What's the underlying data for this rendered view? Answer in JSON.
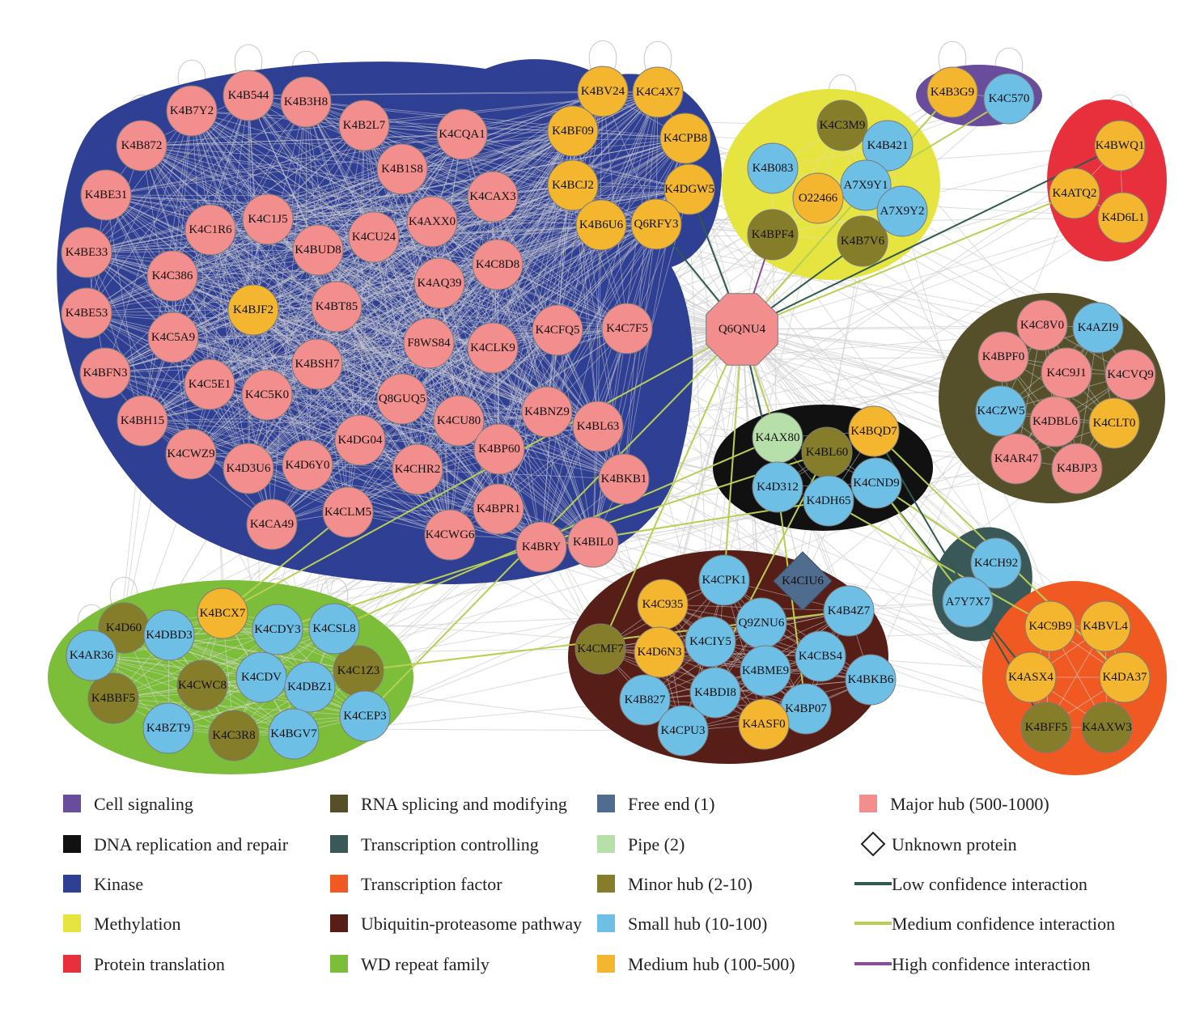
{
  "colors": {
    "cell_signaling": "#6a4c9c",
    "dna_replication": "#111111",
    "kinase": "#2f3f94",
    "methylation": "#e6e441",
    "protein_translation": "#e8303c",
    "rna_splicing": "#55502a",
    "transcription_controlling": "#3a5858",
    "transcription_factor": "#f05a22",
    "ubiquitin": "#561e16",
    "wd_repeat": "#7cbd3a",
    "free_end": "#4f6b8e",
    "pipe": "#b7dfaa",
    "minor_hub": "#857d2a",
    "small_hub": "#6ebfe6",
    "medium_hub": "#f4b52f",
    "major_hub": "#f28e8e",
    "low_conf": "#2f5a52",
    "medium_conf": "#b9cf53",
    "high_conf": "#8b4a9c",
    "edge": "#d0d0d0"
  },
  "center_node": "Q6QNU4",
  "unknown_node": "K4CIU6",
  "clusters": {
    "kinase": {
      "major": [
        "K4B7Y2",
        "K4B544",
        "K4B3H8",
        "K4B872",
        "K4B2L7",
        "K4CQA1",
        "K4B1S8",
        "K4BE31",
        "K4CAX3",
        "K4C1R6",
        "K4C1J5",
        "K4CU24",
        "K4AXX0",
        "K4BE33",
        "K4BUD8",
        "K4C8D8",
        "K4C386",
        "K4AQ39",
        "K4BT85",
        "K4BE53",
        "K4C5A9",
        "K4CFQ5",
        "K4C7F5",
        "F8WS84",
        "K4CLK9",
        "K4BFN3",
        "K4BSH7",
        "K4C5E1",
        "K4C5K0",
        "Q8GUQ5",
        "K4BH15",
        "K4BNZ9",
        "K4CU80",
        "K4BL63",
        "K4CWZ9",
        "K4DG04",
        "K4BP60",
        "K4D3U6",
        "K4D6Y0",
        "K4CHR2",
        "K4BKB1",
        "K4CA49",
        "K4CLM5",
        "K4BPR1",
        "K4CWG6",
        "K4BRY",
        "K4BIL0"
      ],
      "medium": [
        "K4BJF2",
        "K4BV24",
        "K4C4X7",
        "K4BF09",
        "K4CPB8",
        "K4BCJ2",
        "K4DGW5",
        "K4B6U6",
        "Q6RFY3"
      ]
    },
    "methylation": {
      "minor": [
        "K4C3M9",
        "K4BPF4",
        "K4B7V6"
      ],
      "small": [
        "K4B421",
        "K4B083",
        "A7X9Y1",
        "A7X9Y2"
      ],
      "medium": [
        "O22466"
      ]
    },
    "cell_signaling": {
      "medium": [
        "K4B3G9"
      ],
      "small": [
        "K4C570"
      ]
    },
    "protein_translation": {
      "medium": [
        "K4BWQ1",
        "K4ATQ2",
        "K4D6L1"
      ]
    },
    "rna_splicing": {
      "major": [
        "K4C8V0",
        "K4BPF0",
        "K4C9J1",
        "K4CVQ9",
        "K4DBL6",
        "K4AR47",
        "K4BJP3"
      ],
      "small": [
        "K4AZI9",
        "K4CZW5"
      ],
      "medium": [
        "K4CLT0"
      ]
    },
    "dna_replication": {
      "pipe": [
        "K4AX80"
      ],
      "minor": [
        "K4BL60"
      ],
      "medium": [
        "K4BQD7"
      ],
      "small": [
        "K4D312",
        "K4DH65",
        "K4CND9"
      ]
    },
    "transcription_controlling": {
      "small": [
        "K4CH92",
        "A7Y7X7"
      ]
    },
    "transcription_factor": {
      "medium": [
        "K4C9B9",
        "K4BVL4",
        "K4ASX4",
        "K4DA37"
      ],
      "minor": [
        "K4BFF5",
        "K4AXW3"
      ]
    },
    "ubiquitin": {
      "small": [
        "K4CPK1",
        "Q9ZNU6",
        "K4B4Z7",
        "K4CIY5",
        "K4CBS4",
        "K4BME9",
        "K4BKB6",
        "K4BDI8",
        "K4B827",
        "K4BP07",
        "K4CPU3"
      ],
      "medium": [
        "K4C935",
        "K4D6N3",
        "K4ASF0"
      ],
      "minor": [
        "K4CMF7"
      ]
    },
    "wd_repeat": {
      "minor": [
        "K4D60",
        "K4BBF5",
        "K4CWC8",
        "K4C1Z3",
        "K4C3R8"
      ],
      "medium": [
        "K4BCX7"
      ],
      "small": [
        "K4DBD3",
        "K4CDY3",
        "K4CSL8",
        "K4AR36",
        "K4CDV",
        "K4DBZ1",
        "K4BZT9",
        "K4BGV7",
        "K4CEP3"
      ]
    }
  },
  "legend": [
    {
      "label": "Cell signaling",
      "color": "#6a4c9c",
      "kind": "square"
    },
    {
      "label": "DNA replication and repair",
      "color": "#111111",
      "kind": "square"
    },
    {
      "label": "Kinase",
      "color": "#2f3f94",
      "kind": "square"
    },
    {
      "label": "Methylation",
      "color": "#e6e441",
      "kind": "square"
    },
    {
      "label": "Protein translation",
      "color": "#e8303c",
      "kind": "square"
    },
    {
      "label": "RNA splicing and modifying",
      "color": "#55502a",
      "kind": "square"
    },
    {
      "label": "Transcription controlling",
      "color": "#3a5858",
      "kind": "square"
    },
    {
      "label": "Transcription factor",
      "color": "#f05a22",
      "kind": "square"
    },
    {
      "label": "Ubiquitin-proteasome pathway",
      "color": "#561e16",
      "kind": "square"
    },
    {
      "label": "WD repeat family",
      "color": "#7cbd3a",
      "kind": "square"
    },
    {
      "label": "Free end (1)",
      "color": "#4f6b8e",
      "kind": "square"
    },
    {
      "label": "Pipe (2)",
      "color": "#b7dfaa",
      "kind": "square"
    },
    {
      "label": "Minor hub (2-10)",
      "color": "#857d2a",
      "kind": "square"
    },
    {
      "label": "Small hub (10-100)",
      "color": "#6ebfe6",
      "kind": "square"
    },
    {
      "label": "Medium hub (100-500)",
      "color": "#f4b52f",
      "kind": "square"
    },
    {
      "label": "Major hub (500-1000)",
      "color": "#f28e8e",
      "kind": "square"
    },
    {
      "label": "Unknown protein",
      "color": "#222222",
      "kind": "diamond"
    },
    {
      "label": "Low confidence interaction",
      "color": "#2f5a52",
      "kind": "line"
    },
    {
      "label": "Medium confidence interaction",
      "color": "#b9cf53",
      "kind": "line"
    },
    {
      "label": "High confidence interaction",
      "color": "#8b4a9c",
      "kind": "line"
    }
  ]
}
